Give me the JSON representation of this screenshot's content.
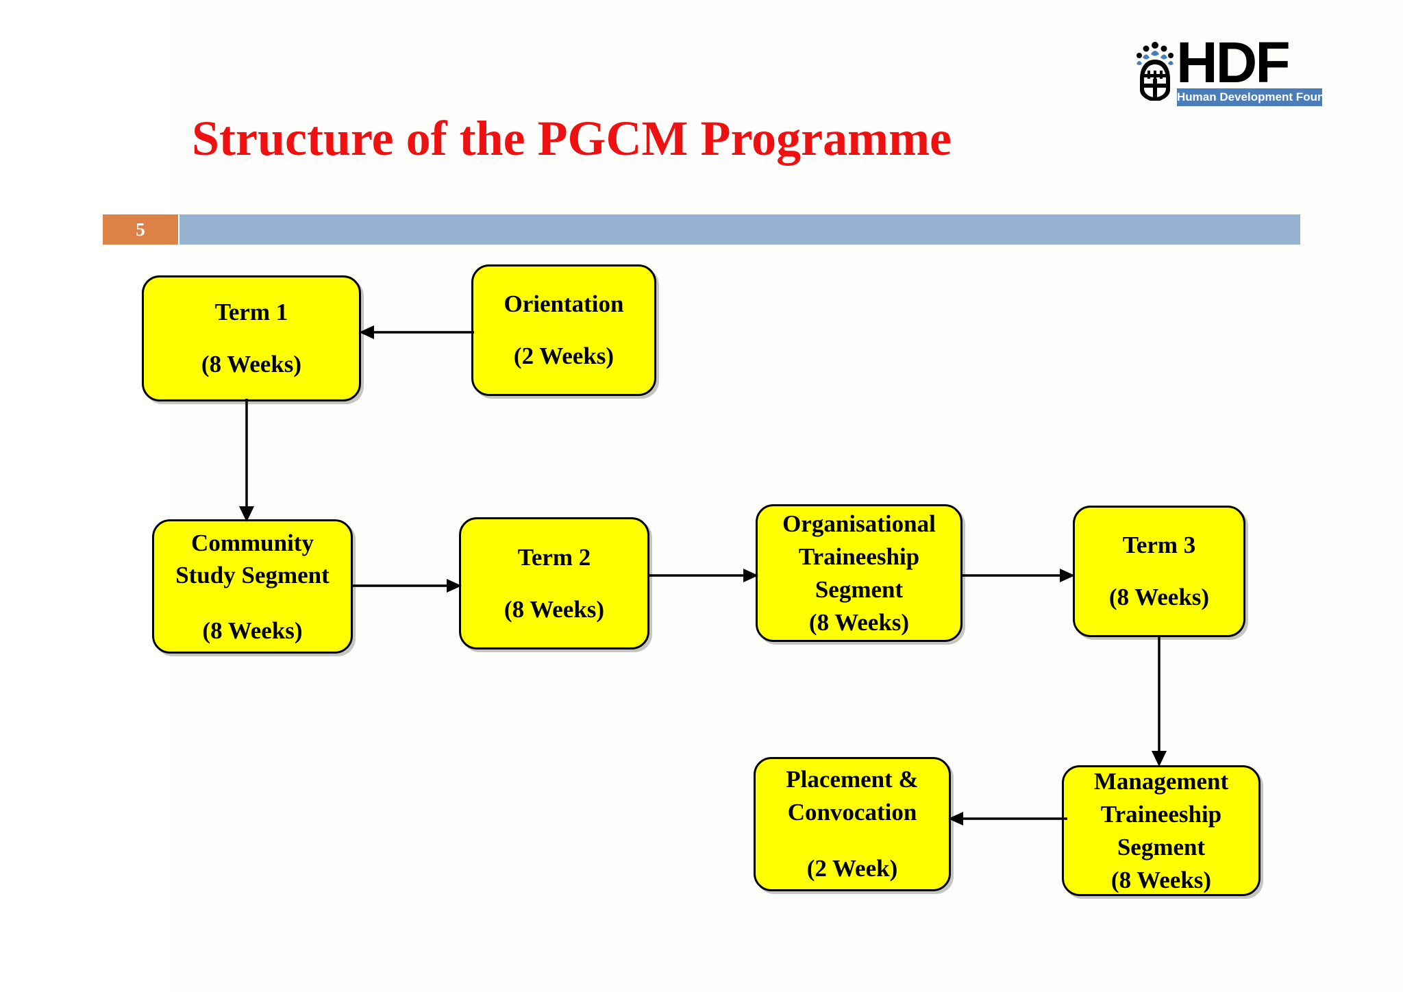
{
  "logo": {
    "emblem_icon": "hdf-emblem-icon",
    "wordmark": "HDF",
    "tagline": "Human Development Foundation",
    "band_color": "#4a7ebb"
  },
  "slide": {
    "title": "Structure of the PGCM Programme",
    "title_color": "#ee1111",
    "number": "5",
    "badge_color": "#dd8247",
    "bar_color": "#95b3d0"
  },
  "diagram": {
    "node_fill": "#ffff00",
    "node_border": "#000000",
    "nodes": [
      {
        "id": "term1",
        "lines": [
          "Term 1",
          "(8 Weeks)"
        ]
      },
      {
        "id": "orientation",
        "lines": [
          "Orientation",
          "(2 Weeks)"
        ]
      },
      {
        "id": "community",
        "lines": [
          "Community",
          "Study Segment",
          "(8 Weeks)"
        ]
      },
      {
        "id": "term2",
        "lines": [
          "Term 2",
          "(8 Weeks)"
        ]
      },
      {
        "id": "org_traineeship",
        "lines": [
          "Organisational",
          "Traineeship",
          "Segment",
          "(8 Weeks)"
        ]
      },
      {
        "id": "term3",
        "lines": [
          "Term 3",
          "(8 Weeks)"
        ]
      },
      {
        "id": "placement",
        "lines": [
          "Placement &",
          "Convocation",
          "(2 Week)"
        ]
      },
      {
        "id": "mgmt_traineeship",
        "lines": [
          "Management",
          "Traineeship",
          "Segment",
          "(8 Weeks)"
        ]
      }
    ],
    "edges": [
      {
        "from": "orientation",
        "to": "term1",
        "direction": "left"
      },
      {
        "from": "term1",
        "to": "community",
        "direction": "down"
      },
      {
        "from": "community",
        "to": "term2",
        "direction": "right"
      },
      {
        "from": "term2",
        "to": "org_traineeship",
        "direction": "right"
      },
      {
        "from": "org_traineeship",
        "to": "term3",
        "direction": "right"
      },
      {
        "from": "term3",
        "to": "mgmt_traineeship",
        "direction": "down"
      },
      {
        "from": "mgmt_traineeship",
        "to": "placement",
        "direction": "left"
      }
    ]
  }
}
